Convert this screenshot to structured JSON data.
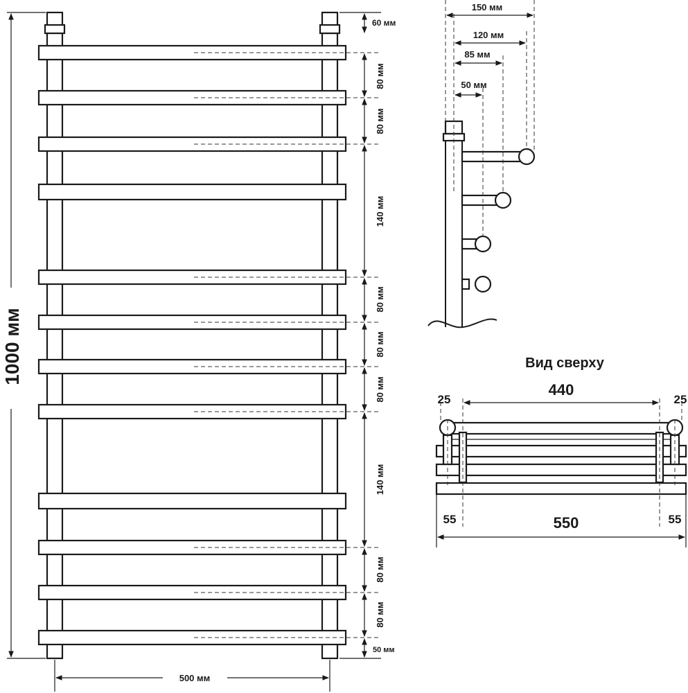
{
  "front_view": {
    "height_label": "1000 мм",
    "width_label": "500 мм",
    "top_offset_label": "60 мм",
    "bottom_offset_label": "50 мм",
    "spacings": [
      "80 мм",
      "80 мм",
      "140 мм",
      "80 мм",
      "80 мм",
      "80 мм",
      "140 мм",
      "80 мм",
      "80 мм"
    ]
  },
  "side_view": {
    "depths": [
      "150 мм",
      "120 мм",
      "85 мм",
      "50 мм"
    ]
  },
  "top_view": {
    "title": "Вид сверху",
    "inner_label": "440",
    "left_edge_label": "25",
    "right_edge_label": "25",
    "left_offset_label": "55",
    "right_offset_label": "55",
    "total_label": "550"
  },
  "colors": {
    "line": "#1a1a1a",
    "background": "#ffffff"
  }
}
